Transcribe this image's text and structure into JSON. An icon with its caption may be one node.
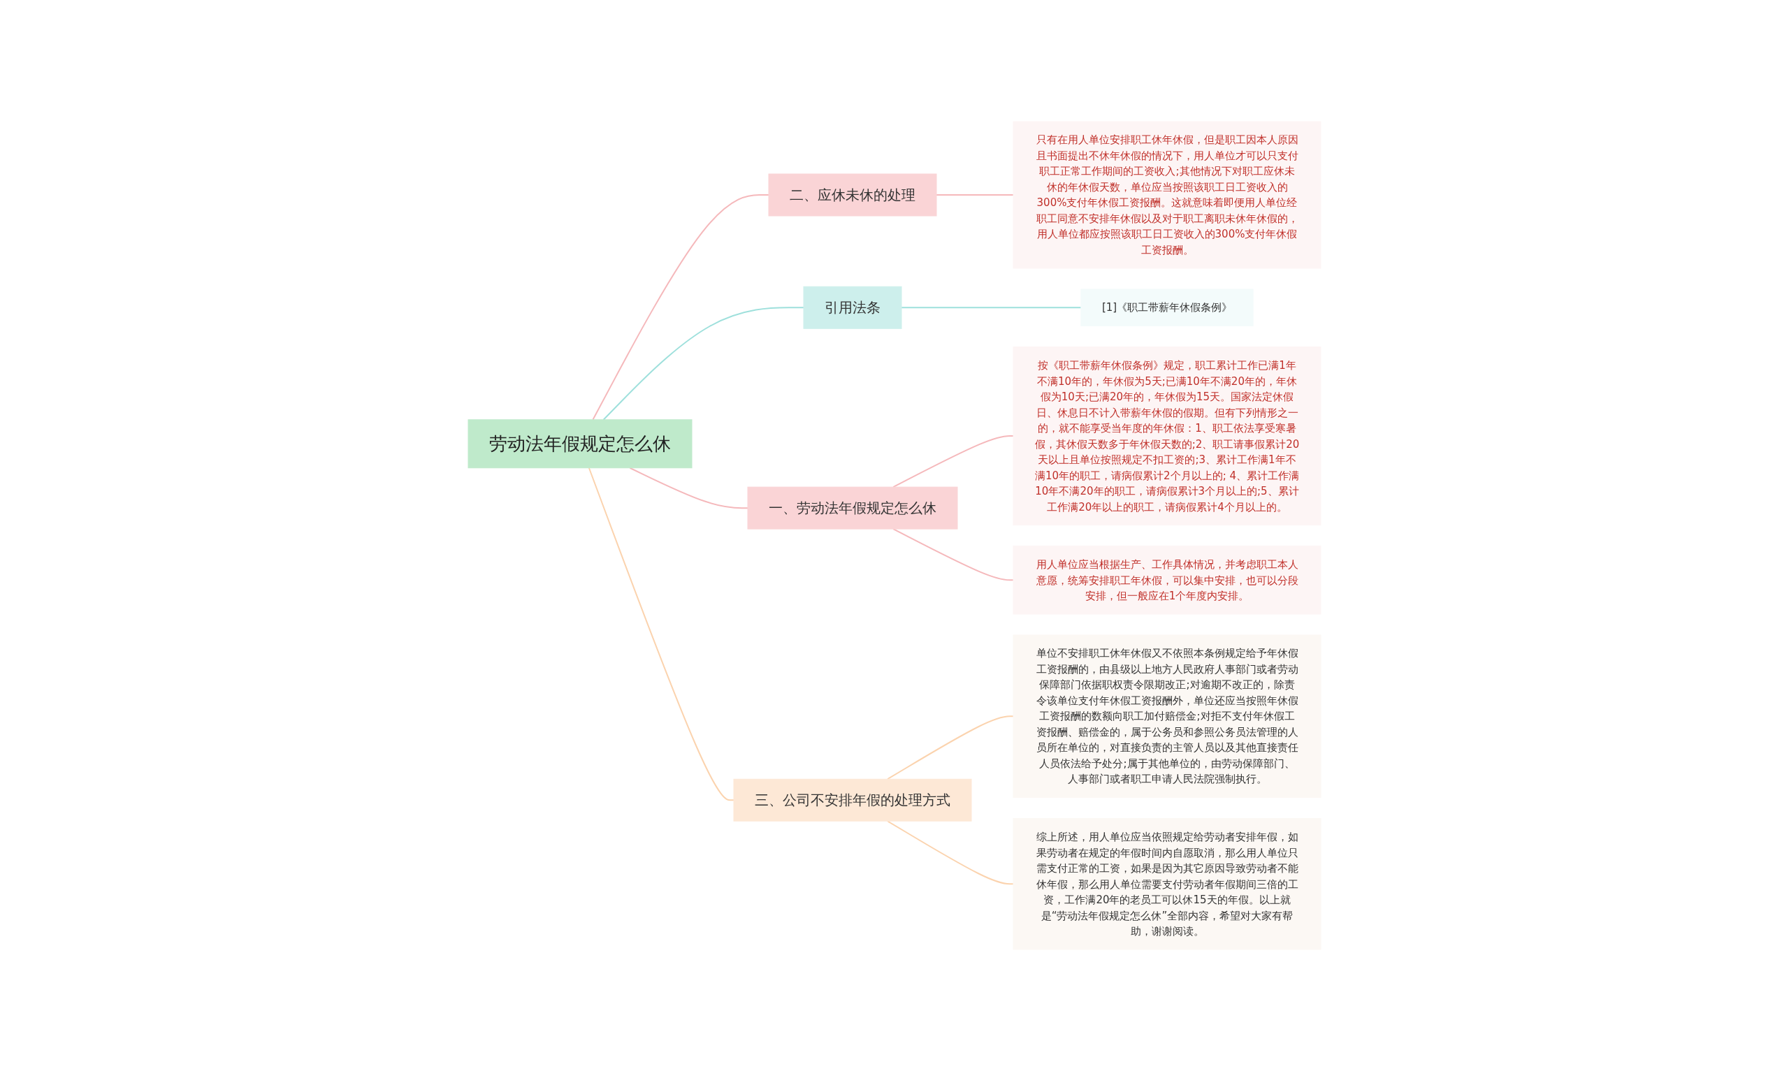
{
  "diagram": {
    "nodes": [
      {
        "text": [
          "劳动法年假规定怎么休"
        ]
      },
      {
        "text": [
          "二、应休未休的处理"
        ]
      },
      {
        "text": [
          "只有在用人单位安排职工休年休假，但是职工因本人原因且书面提出不休年休假的情况下，用人单位才可以只支付职工正常工作期间的工资收入;其他情况下对职工应休未休的年休假天数，单位应当按照该职工日工资收入的300%支付年休假工资报酬。这就意味着即便用人单位经职工同意不安排年休假以及对于职工离职未休年休假的，用人单位都应按照该职工日工资收入的300%支付年休假工资报酬。"
        ]
      },
      {
        "text": [
          "引用法条"
        ]
      },
      {
        "text": [
          "[1]《职工带薪年休假条例》"
        ]
      },
      {
        "text": [
          "一、劳动法年假规定怎么休"
        ]
      },
      {
        "text": [
          "按《职工带薪年休假条例》规定，职工累计工作已满1年不满10年的，年休假为5天;已满10年不满20年的，年休假为10天;已满20年的，年休假为15天。国家法定休假日、休息日不计入带薪年休假的假期。但有下列情形之一的，就不能享受当年度的年休假：1、职工依法享受寒暑假，其休假天数多于年休假天数的;2、职工请事假累计20天以上且单位按照规定不扣工资的;3、累计工作满1年不满10年的职工，请病假累计2个月以上的; 4、累计工作满10年不满20年的职工，请病假累计3个月以上的;5、累计工作满20年以上的职工，请病假累计4个月以上的。"
        ]
      },
      {
        "text": [
          "用人单位应当根据生产、工作具体情况，并考虑职工本人意愿，统筹安排职工年休假，可以集中安排，也可以分段安排，但一般应在1个年度内安排。"
        ]
      },
      {
        "text": [
          "三、公司不安排年假的处理方式"
        ]
      },
      {
        "text": [
          "单位不安排职工休年休假又不依照本条例规定给予年休假工资报酬的，由县级以上地方人民政府人事部门或者劳动保障部门依据职权责令限期改正;对逾期不改正的，除责令该单位支付年休假工资报酬外，单位还应当按照年休假工资报酬的数额向职工加付赔偿金;对拒不支付年休假工资报酬、赔偿金的，属于公务员和参照公务员法管理的人员所在单位的，对直接负责的主管人员以及其他直接责任人员依法给予处分;属于其他单位的，由劳动保障部门、人事部门或者职工申请人民法院强制执行。"
        ]
      },
      {
        "text": [
          "综上所述，用人单位应当依照规定给劳动者安排年假，如果劳动者在规定的年假时间内自愿取消，那么用人单位只需支付正常的工资，如果是因为其它原因导致劳动者不能休年假，那么用人单位需要支付劳动者年假期间三倍的工资，工作满20年的老员工可以休15天的年假。以上就是“劳动法年假规定怎么休”全部内容，希望对大家有帮助，谢谢阅读。"
        ]
      }
    ],
    "edges": [
      {
        "from": 0,
        "to": 1,
        "arrow": "none"
      },
      {
        "from": 1,
        "to": 2,
        "arrow": "none"
      },
      {
        "from": 0,
        "to": 3,
        "arrow": "none",
        "color": "#9ee0dc"
      },
      {
        "from": 3,
        "to": 4,
        "arrow": "none",
        "color": "#9ee0dc"
      },
      {
        "from": 0,
        "to": 5,
        "arrow": "none"
      },
      {
        "from": 5,
        "to": 6,
        "arrow": "none"
      },
      {
        "from": 5,
        "to": 7,
        "arrow": "none"
      },
      {
        "from": 0,
        "to": 8,
        "arrow": "none",
        "color": "#fbd3ae"
      },
      {
        "from": 8,
        "to": 9,
        "arrow": "none",
        "color": "#fbd3ae"
      },
      {
        "from": 8,
        "to": 10,
        "arrow": "none",
        "color": "#fbd3ae"
      }
    ]
  }
}
